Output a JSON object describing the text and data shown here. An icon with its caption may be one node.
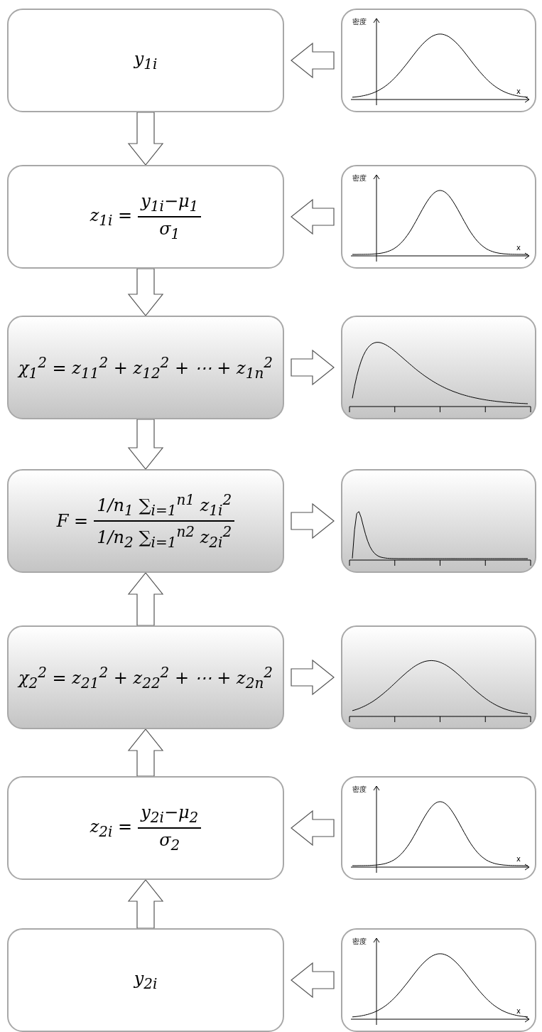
{
  "diagram": {
    "nodes": [
      {
        "text": [
          "y$_{1i}$"
        ]
      },
      {
        "text": [
          "密度",
          "x"
        ]
      },
      {
        "text": [
          "z$_{1i}$ =",
          "y$_{1i}$−μ$_{1}$",
          "σ$_{1}$"
        ]
      },
      {
        "text": [
          "密度",
          "x"
        ]
      },
      {
        "text": [
          "χ$_{1}$$^{2}$ = z$_{11}$$^{2}$ + z$_{12}$$^{2}$ + ⋯ + z$_{1n}$$^{2}$"
        ]
      },
      {
        "text": [],
        "shape": "picture"
      },
      {
        "text": [
          "F =",
          "1/n$_{1}$ ∑$_{i=1}$$^{n1}$ z$_{1i}$$^{2}$",
          "1/n$_{2}$ ∑$_{i=1}$$^{n2}$ z$_{2i}$$^{2}$"
        ]
      },
      {
        "text": [],
        "shape": "picture"
      },
      {
        "text": [
          "χ$_{2}$$^{2}$ = z$_{21}$$^{2}$ + z$_{22}$$^{2}$ + ⋯ + z$_{2n}$$^{2}$"
        ]
      },
      {
        "text": [],
        "shape": "picture"
      },
      {
        "text": [
          "z$_{2i}$ =",
          "y$_{2i}$−μ$_{2}$",
          "σ$_{2}$"
        ]
      },
      {
        "text": [
          "密度",
          "x"
        ]
      },
      {
        "text": [
          "y$_{2i}$"
        ]
      },
      {
        "text": [
          "密度",
          "x"
        ]
      }
    ],
    "edges": [
      {
        "from": 1,
        "to": 0,
        "arrow": "to"
      },
      {
        "from": 0,
        "to": 2,
        "arrow": "to"
      },
      {
        "from": 3,
        "to": 2,
        "arrow": "to"
      },
      {
        "from": 2,
        "to": 4,
        "arrow": "to"
      },
      {
        "from": 4,
        "to": 5,
        "arrow": "to"
      },
      {
        "from": 4,
        "to": 6,
        "arrow": "to"
      },
      {
        "from": 6,
        "to": 7,
        "arrow": "to"
      },
      {
        "from": 8,
        "to": 6,
        "arrow": "to"
      },
      {
        "from": 8,
        "to": 9,
        "arrow": "to"
      },
      {
        "from": 10,
        "to": 8,
        "arrow": "to"
      },
      {
        "from": 11,
        "to": 10,
        "arrow": "to"
      },
      {
        "from": 12,
        "to": 10,
        "arrow": "to"
      },
      {
        "from": 13,
        "to": 12,
        "arrow": "to"
      }
    ]
  }
}
